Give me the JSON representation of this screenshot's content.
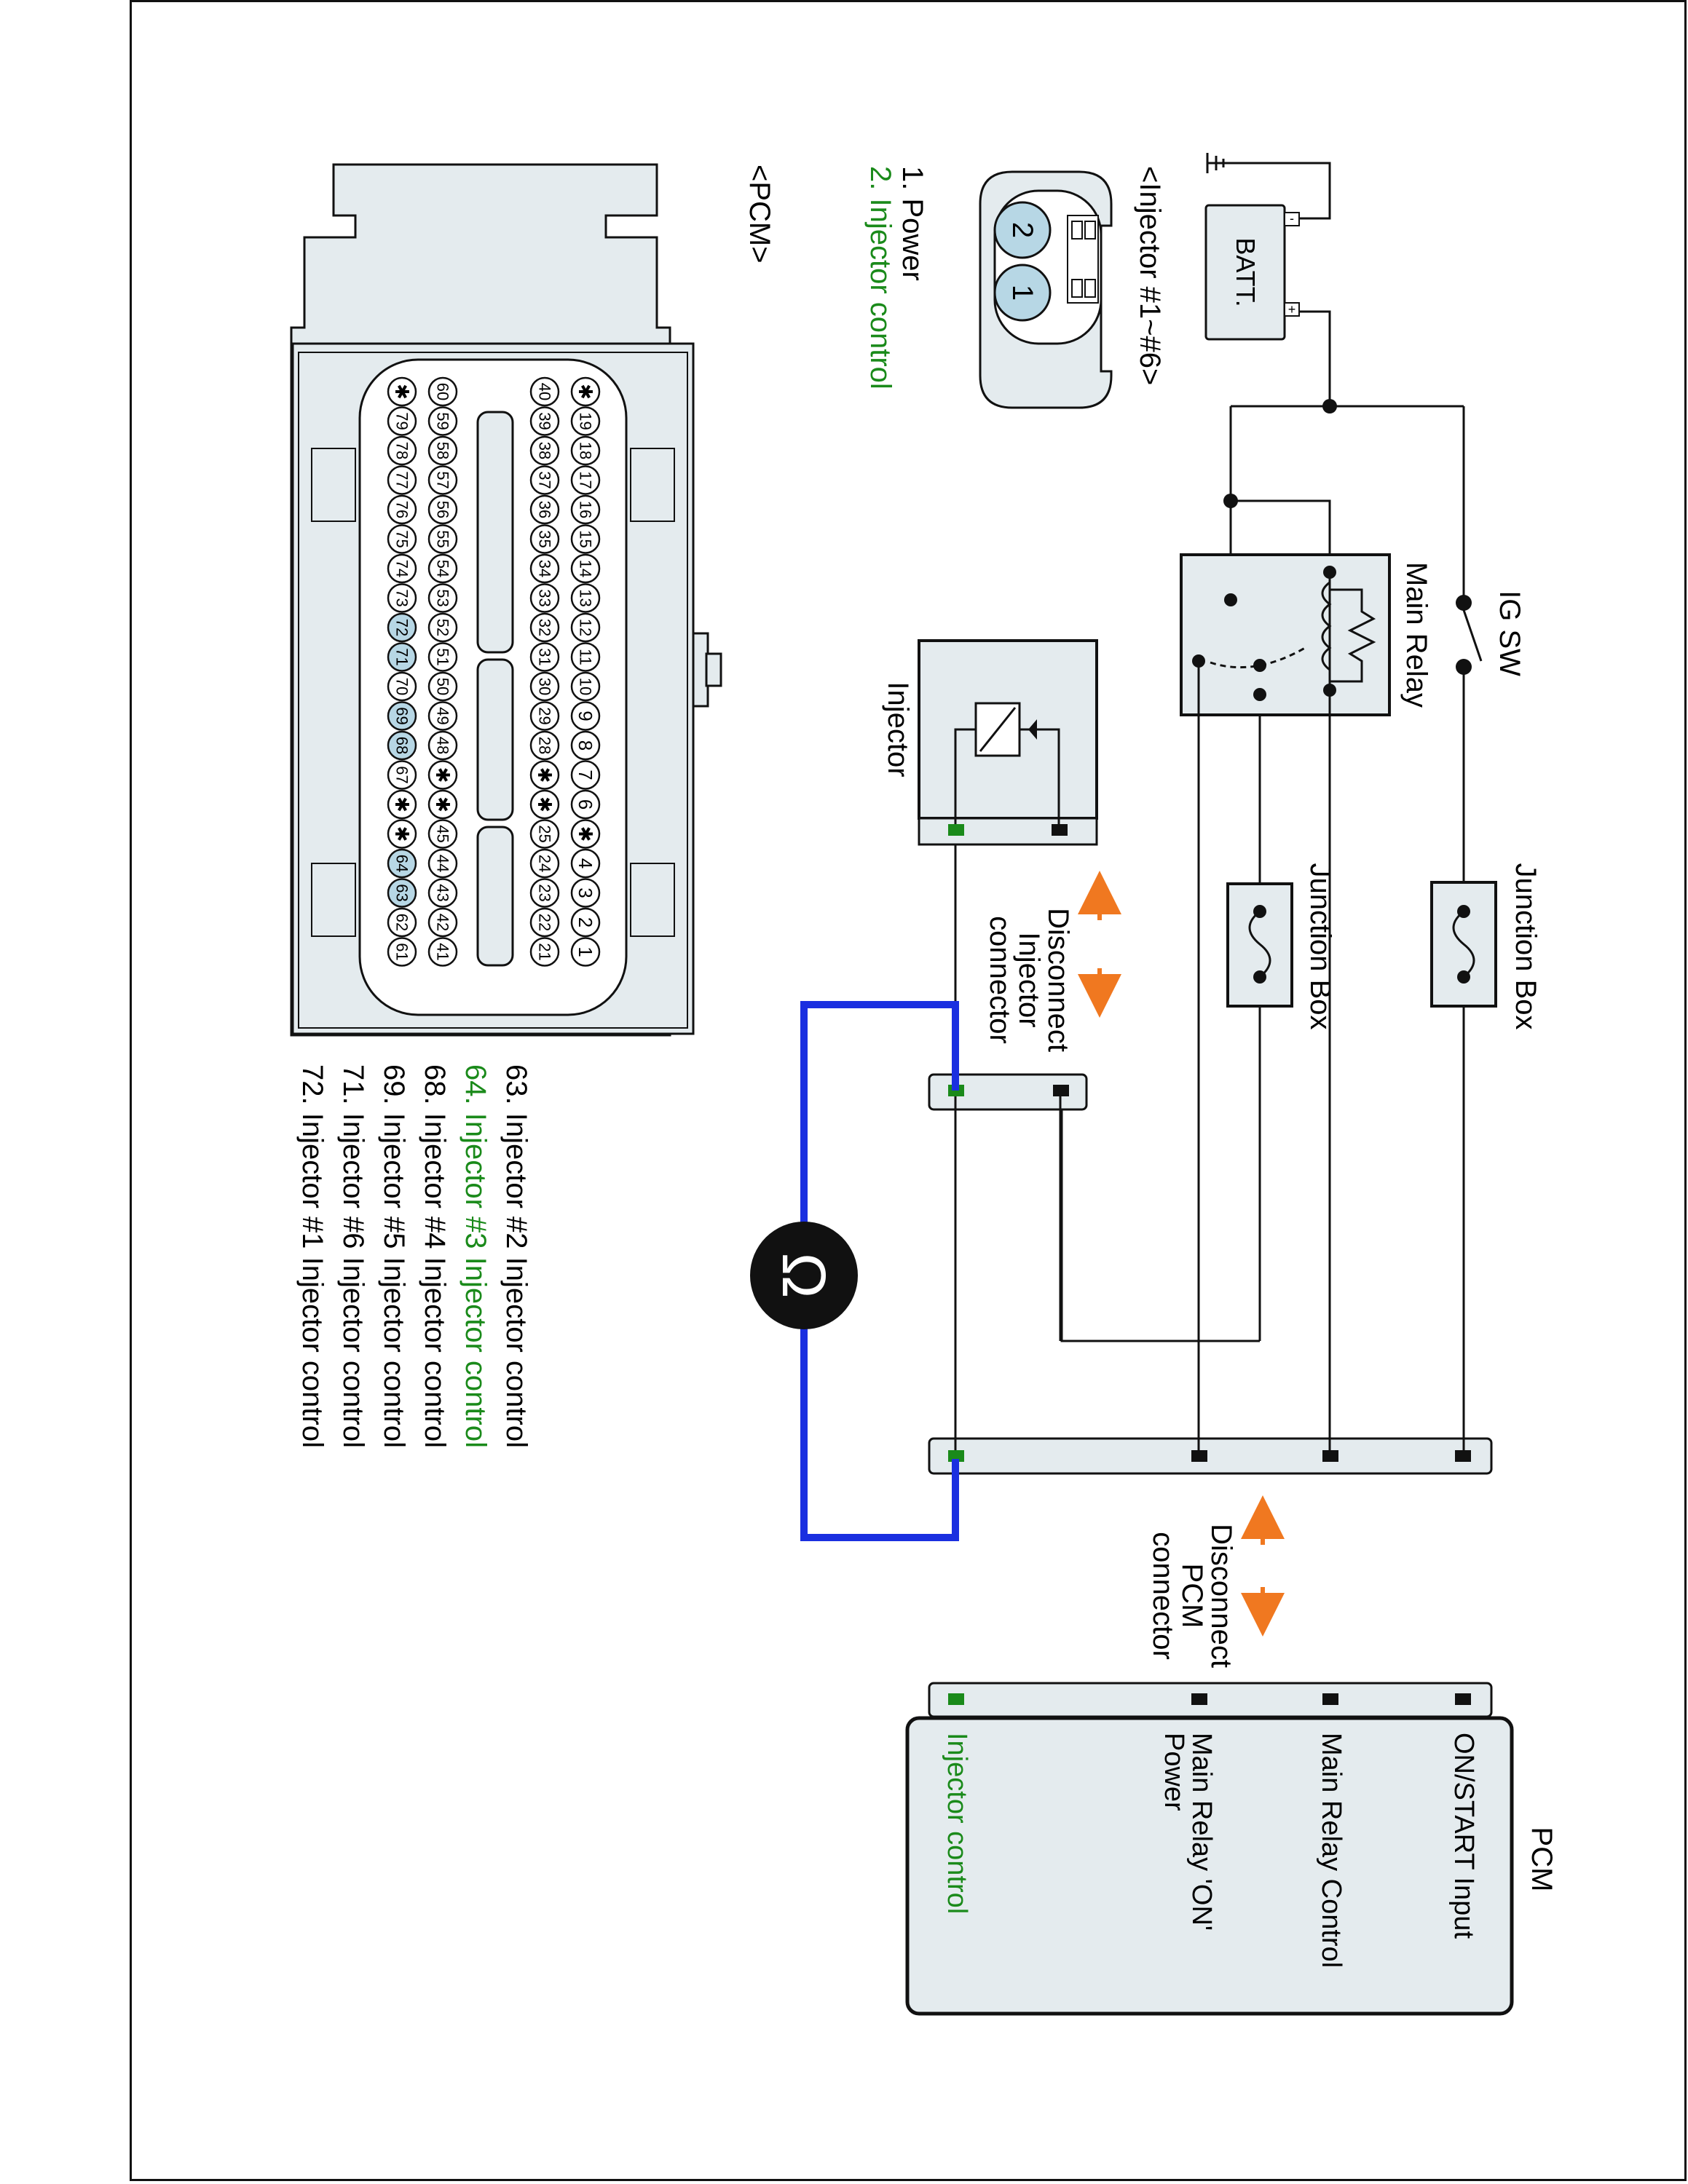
{
  "labels": {
    "batt": "BATT.",
    "batt_plus": "+",
    "batt_minus": "-",
    "ig_sw": "IG SW",
    "main_relay": "Main Relay",
    "junction_box_1": "Junction Box",
    "junction_box_2": "Junction Box",
    "injector": "Injector",
    "disconnect_injector": [
      "Disconnect",
      "Injector",
      "connector"
    ],
    "disconnect_pcm": [
      "Disconnect",
      "PCM",
      "connector"
    ],
    "pcm_title": "PCM",
    "pcm_header": "<PCM>",
    "injector_header": "<Injector #1~#6>"
  },
  "pcm_pins": [
    {
      "label": "ON/START Input",
      "color": "#000000"
    },
    {
      "label": "Main Relay Control",
      "color": "#000000"
    },
    {
      "label": [
        "Main Relay 'ON'",
        "Power"
      ],
      "color": "#000000"
    },
    {
      "label": "Injector control",
      "color": "#1a8a1a"
    }
  ],
  "injector_connector": {
    "pins": [
      {
        "text": "1. Power",
        "color": "#000000"
      },
      {
        "text": "2. Injector control",
        "color": "#1a8a1a"
      }
    ],
    "terminals": [
      "2",
      "1"
    ]
  },
  "pcm_connector": {
    "row1": [
      "✱",
      "19",
      "18",
      "17",
      "16",
      "15",
      "14",
      "13",
      "12",
      "11",
      "10",
      "9",
      "8",
      "7",
      "6",
      "✱",
      "4",
      "3",
      "2",
      "1"
    ],
    "row2": [
      "40",
      "39",
      "38",
      "37",
      "36",
      "35",
      "34",
      "33",
      "32",
      "31",
      "30",
      "29",
      "28",
      "✱",
      "✱",
      "25",
      "24",
      "23",
      "22",
      "21"
    ],
    "row3": [
      "60",
      "59",
      "58",
      "57",
      "56",
      "55",
      "54",
      "53",
      "52",
      "51",
      "50",
      "49",
      "48",
      "✱",
      "✱",
      "45",
      "44",
      "43",
      "42",
      "41"
    ],
    "row4": [
      "✱",
      "79",
      "78",
      "77",
      "76",
      "75",
      "74",
      "73",
      "72",
      "71",
      "70",
      "69",
      "68",
      "67",
      "✱",
      "✱",
      "64",
      "63",
      "62",
      "61"
    ],
    "highlighted": [
      "72",
      "71",
      "69",
      "68",
      "64",
      "63"
    ]
  },
  "pin_list": [
    {
      "text": "63. Injector #2 Injector control",
      "color": "#000000"
    },
    {
      "text": "64. Injector #3 Injector control",
      "color": "#1a8a1a"
    },
    {
      "text": "68. Injector #4 Injector control",
      "color": "#000000"
    },
    {
      "text": "69. Injector #5 Injector control",
      "color": "#000000"
    },
    {
      "text": "71. Injector #6 Injector control",
      "color": "#000000"
    },
    {
      "text": "72. Injector #1 Injector control",
      "color": "#000000"
    }
  ],
  "colors": {
    "accent_green": "#1a8a1a",
    "probe_wire": "#1a2fe0",
    "arrow": "#f07820",
    "component_fill": "#e4ebee",
    "highlight_pin": "#b7d7e5"
  }
}
